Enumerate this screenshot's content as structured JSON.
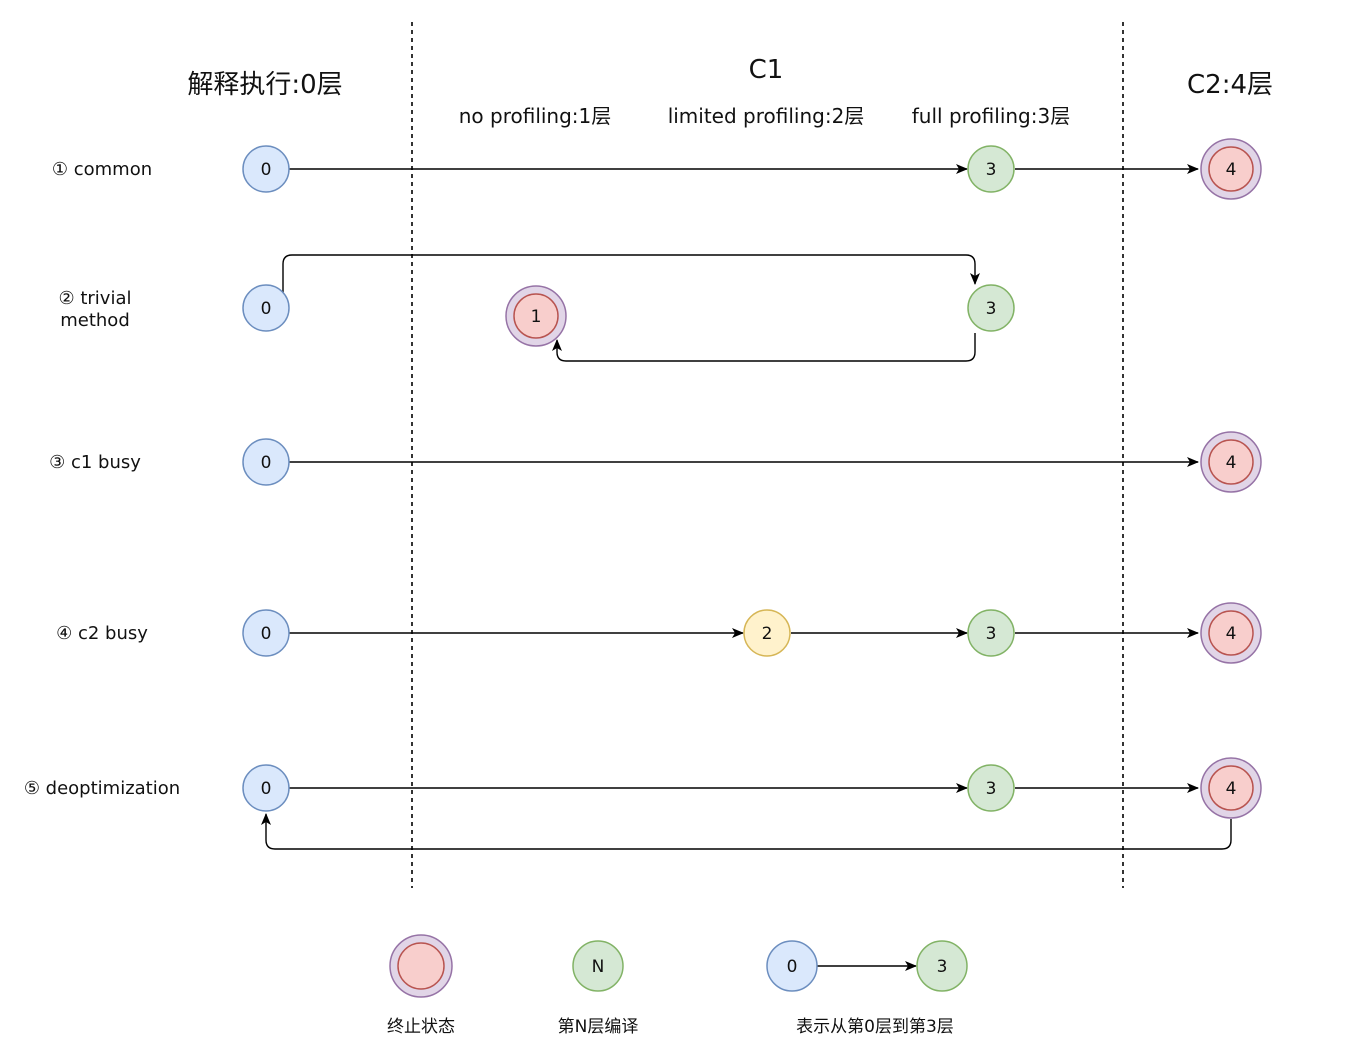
{
  "headers": {
    "interpreter": "解释执行:0层",
    "c1": "C1",
    "c2": "C2:4层",
    "c1_no_profiling": "no profiling:1层",
    "c1_limited_profiling": "limited profiling:2层",
    "c1_full_profiling": "full profiling:3层"
  },
  "rows": [
    {
      "label_lines": [
        "① common"
      ]
    },
    {
      "label_lines": [
        "② trivial",
        "method"
      ]
    },
    {
      "label_lines": [
        "③ c1 busy"
      ]
    },
    {
      "label_lines": [
        "④ c2 busy"
      ]
    },
    {
      "label_lines": [
        "⑤ deoptimization"
      ]
    }
  ],
  "nodes": {
    "r1_0": "0",
    "r1_3": "3",
    "r1_4": "4",
    "r2_0": "0",
    "r2_1": "1",
    "r2_3": "3",
    "r3_0": "0",
    "r3_4": "4",
    "r4_0": "0",
    "r4_2": "2",
    "r4_3": "3",
    "r4_4": "4",
    "r5_0": "0",
    "r5_3": "3",
    "r5_4": "4"
  },
  "legend": {
    "terminal_label": "终止状态",
    "level_node": "N",
    "level_label": "第N层编译",
    "arrow_from": "0",
    "arrow_to": "3",
    "arrow_label": "表示从第0层到第3层"
  },
  "colors": {
    "tier0_fill": "#dae8fc",
    "tier0_stroke": "#6c8ebf",
    "tier3_fill": "#d5e8d4",
    "tier3_stroke": "#82b366",
    "tier2_fill": "#fff2cc",
    "tier2_stroke": "#d6b656",
    "terminal_fill": "#f8cecc",
    "terminal_stroke": "#b85450",
    "terminal_outer_fill": "#e1d5e7",
    "terminal_outer_stroke": "#9673a6",
    "line": "#000000"
  }
}
